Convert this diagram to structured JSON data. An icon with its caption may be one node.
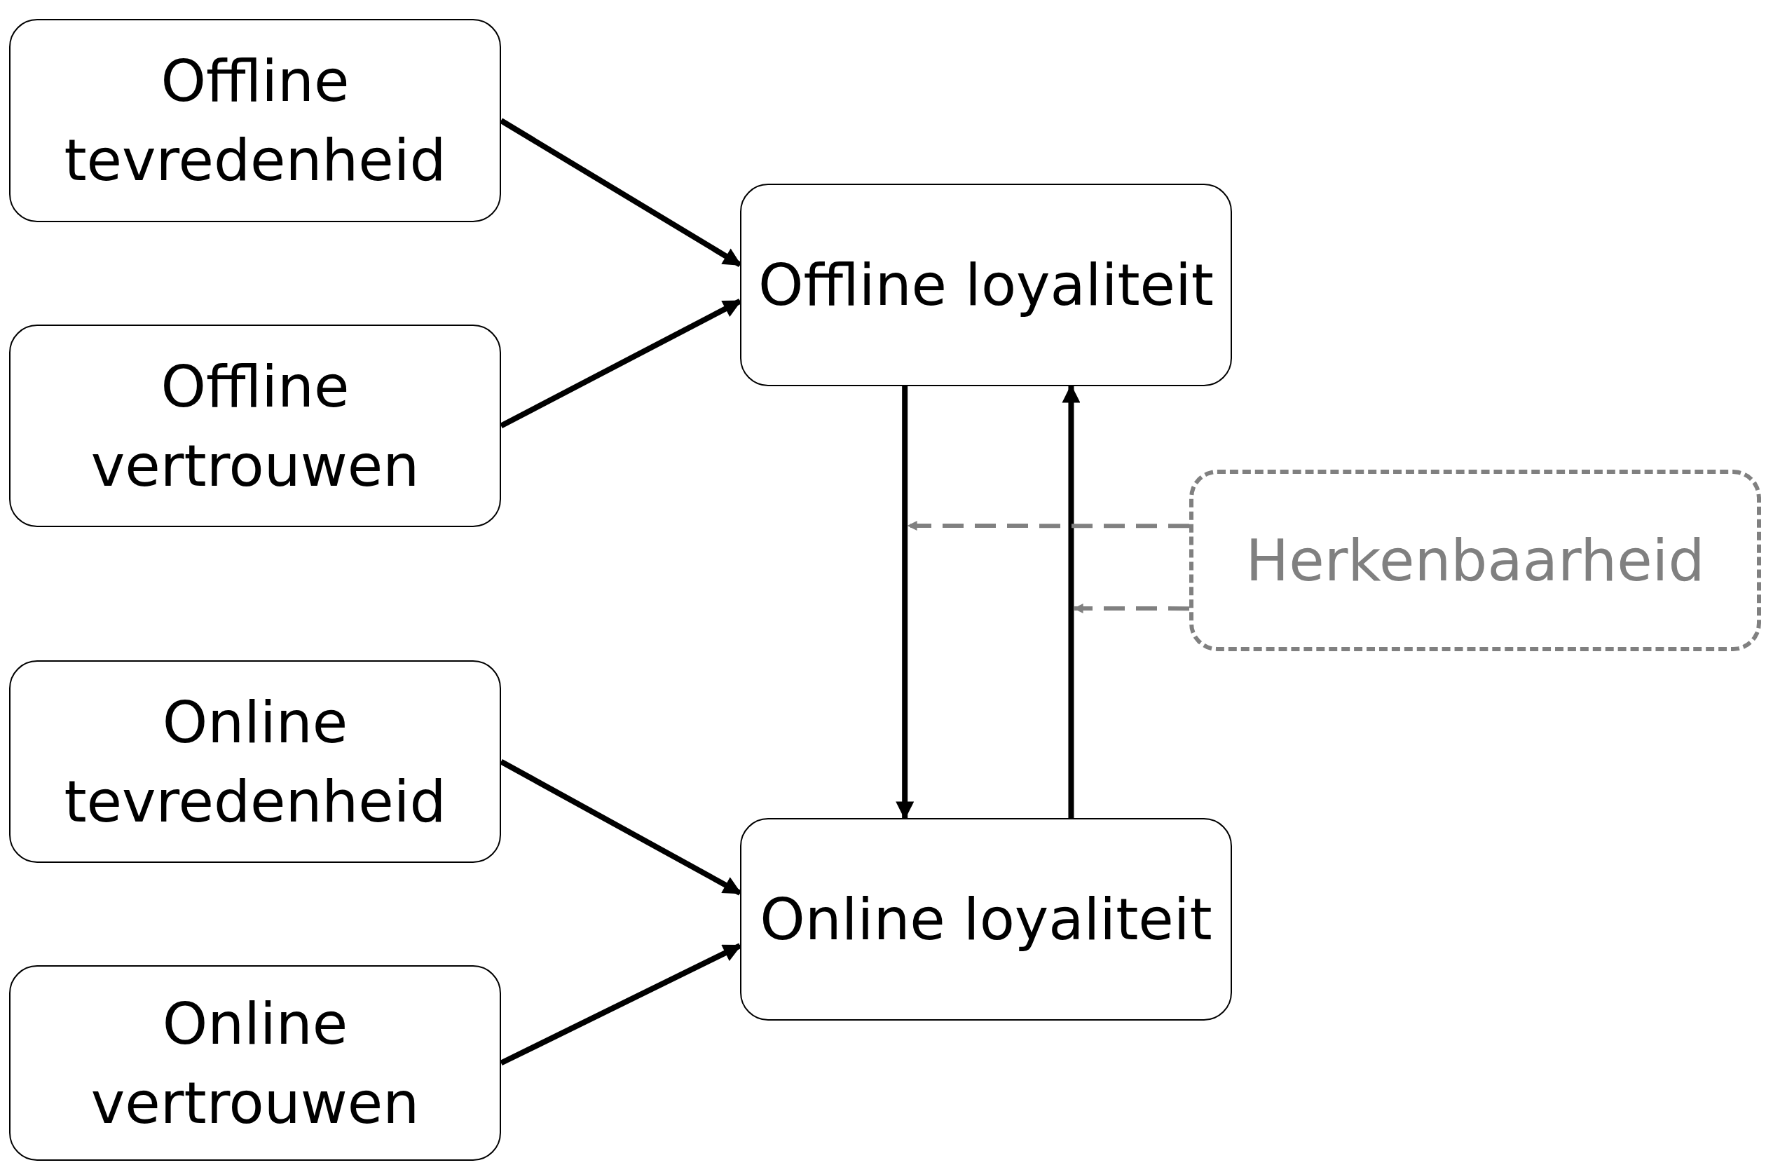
{
  "diagram": {
    "nodes": [
      {
        "text": [
          "Offline tevredenheid"
        ]
      },
      {
        "text": [
          "Offline vertrouwen"
        ]
      },
      {
        "text": [
          "Offline loyaliteit"
        ]
      },
      {
        "text": [
          "Herkenbaarheid"
        ]
      },
      {
        "text": [
          "Online tevredenheid"
        ]
      },
      {
        "text": [
          "Online vertrouwen"
        ]
      },
      {
        "text": [
          "Online loyaliteit"
        ]
      }
    ],
    "edges": [
      {
        "from": 0,
        "to": 2,
        "arrow": "to"
      },
      {
        "from": 1,
        "to": 2,
        "arrow": "to"
      },
      {
        "from": 4,
        "to": 6,
        "arrow": "to"
      },
      {
        "from": 5,
        "to": 6,
        "arrow": "to"
      },
      {
        "from": 2,
        "to": 6,
        "arrow": "to"
      },
      {
        "from": 6,
        "to": 2,
        "arrow": "to"
      },
      {
        "from": 3,
        "to": null,
        "arrow": "to",
        "style": "dashed",
        "color": "#808080"
      },
      {
        "from": 3,
        "to": null,
        "arrow": "to",
        "style": "dashed",
        "color": "#808080"
      }
    ]
  }
}
